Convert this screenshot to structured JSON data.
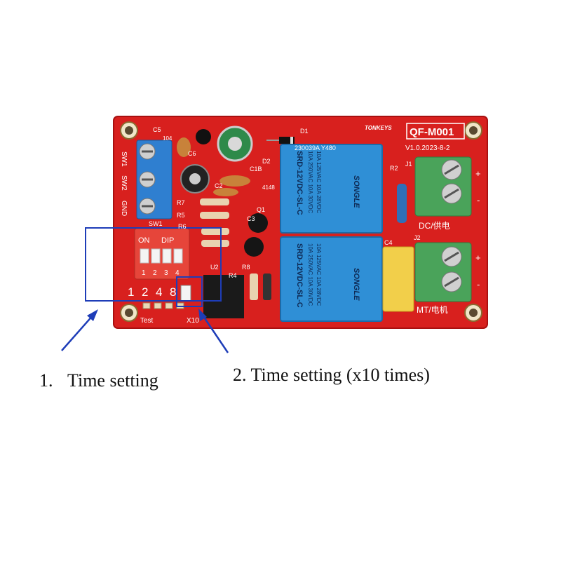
{
  "board": {
    "model": "QF-M001",
    "brand": "TONKEYS",
    "version": "V1.0.2023-8-2",
    "serial": "230039A  Y480",
    "colors": {
      "pcb": "#d8201e",
      "pcb_dark": "#b81414",
      "relay": "#2f8fd6",
      "terminal_blue": "#2f7fd0",
      "terminal_green": "#4aa35a",
      "annotation": "#1e3db8"
    },
    "left_terminal_labels": [
      "SW1",
      "SW2",
      "GND"
    ],
    "sw1_label": "SW1",
    "dip": {
      "on_label": "ON",
      "dip_label": "DIP",
      "switch_numbers": [
        "1",
        "2",
        "3",
        "4"
      ],
      "weight_labels": [
        "1",
        "2",
        "4",
        "8"
      ]
    },
    "test_label": "Test",
    "x10_label": "X10",
    "component_labels": {
      "d1": "D1",
      "d2": "D2",
      "c1b": "C1B",
      "c2": "C2",
      "c3": "C3",
      "c4": "C4",
      "c5": "C5",
      "c6": "C6",
      "r2": "R2",
      "r4": "R4",
      "r5": "R5",
      "r6": "R6",
      "r7": "R7",
      "r8": "R8",
      "q1": "Q1",
      "u2": "U2",
      "j1": "J1",
      "j2": "J2",
      "cap104": "104",
      "diode4148": "4148"
    },
    "relay": {
      "model": "SRD-12VDC-SL-C",
      "rating1": "10A 250VAC  10A 30VDC",
      "rating2": "10A 125VAC  10A 28VDC",
      "brand": "SONGLE"
    },
    "dc_label": "DC/供电",
    "mt_label": "MT/电机",
    "plus": "+",
    "minus": "-"
  },
  "annotations": [
    {
      "number": "1.",
      "text": "Time setting"
    },
    {
      "number": "2.",
      "text": "Time setting (x10 times)"
    }
  ]
}
